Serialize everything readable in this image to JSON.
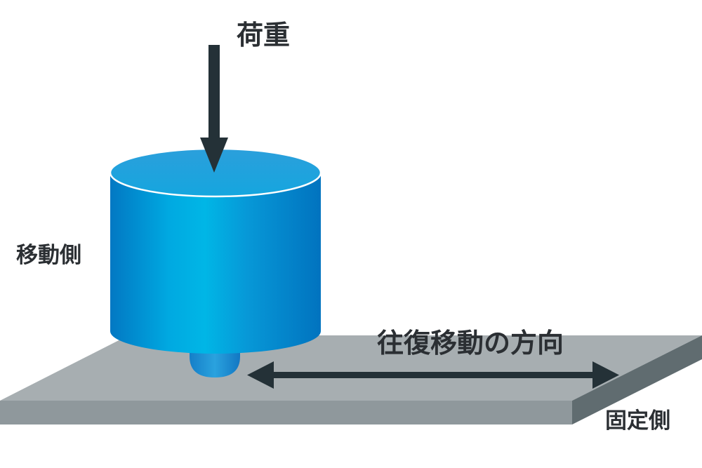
{
  "labels": {
    "load": "荷重",
    "moving_side": "移動側",
    "direction": "往復移動の方向",
    "fixed_side": "固定側"
  },
  "colors": {
    "plate_top": "#a7aeb1",
    "plate_front": "#8f989c",
    "plate_side": "#606c70",
    "cylinder_body_dark": "#0279c4",
    "cylinder_body_light": "#00b2e4",
    "cylinder_top": "#1aa1dd",
    "probe": "#1d8bd0",
    "arrow": "#243137",
    "text": "#2b2f33"
  }
}
